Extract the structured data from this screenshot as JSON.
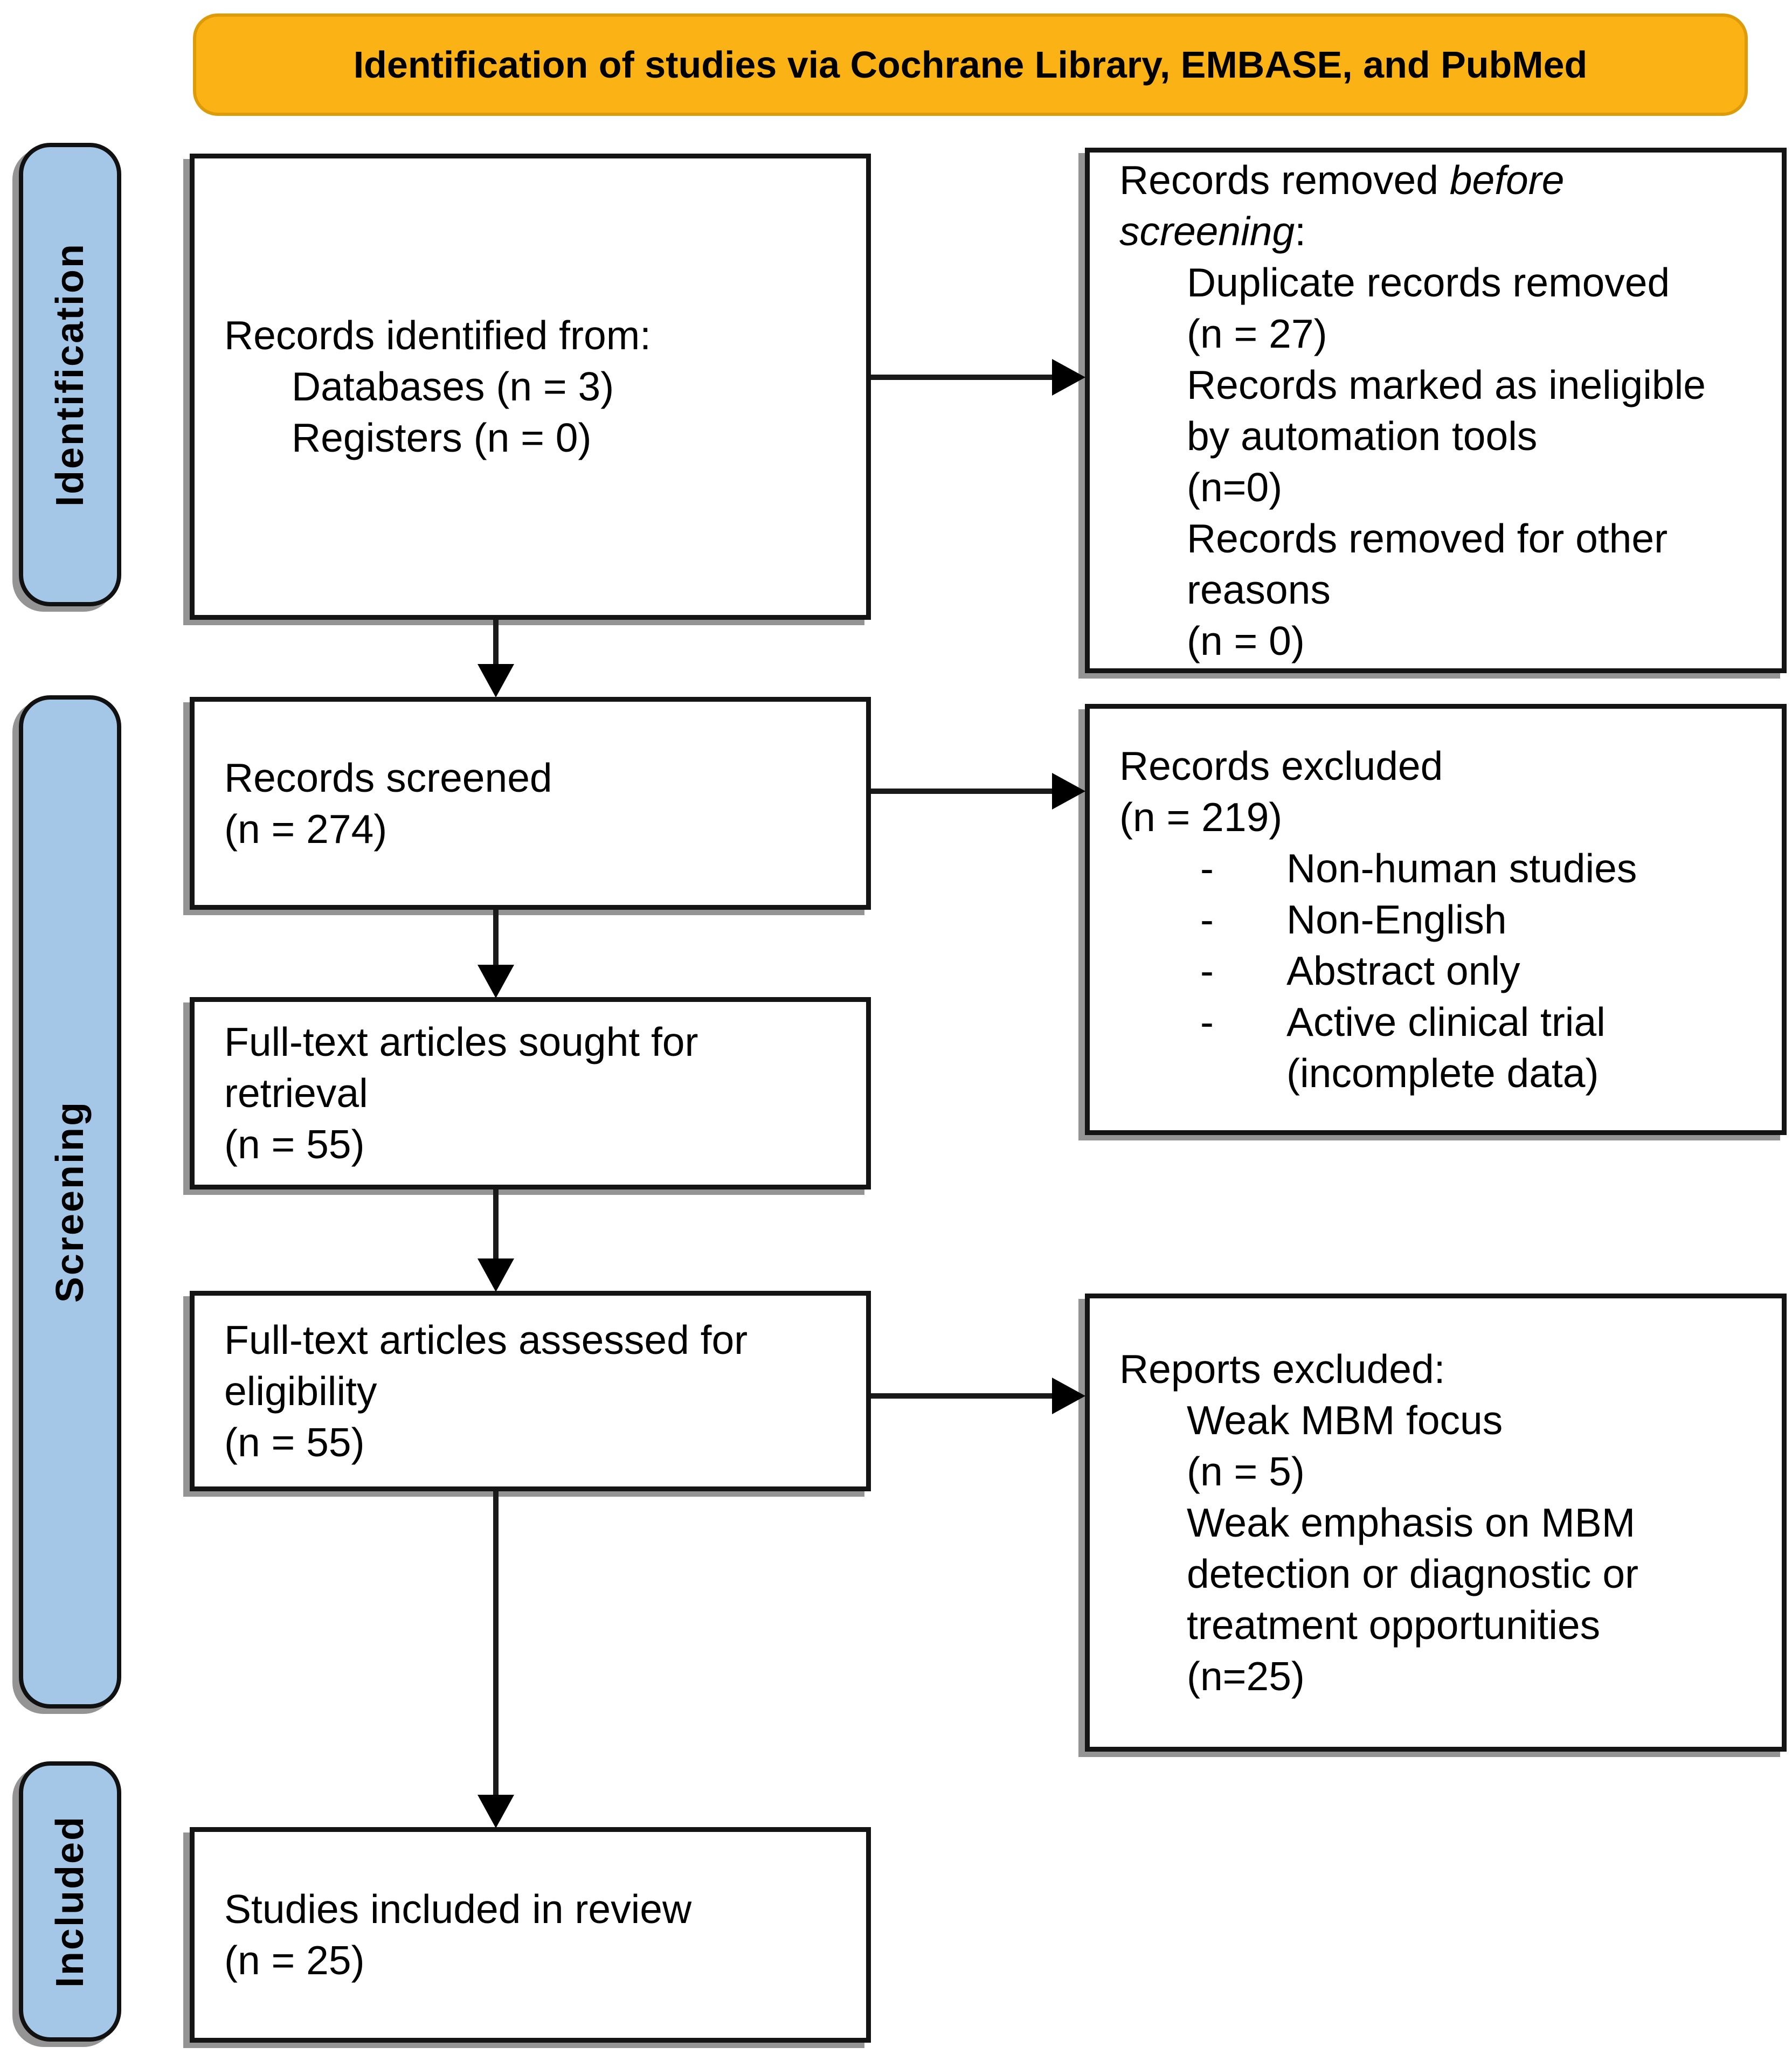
{
  "banner": {
    "title": "Identification of studies via Cochrane Library, EMBASE, and PubMed"
  },
  "colors": {
    "banner_bg": "#FBB215",
    "banner_border": "#DD9C07",
    "label_bg": "#A4C7E7"
  },
  "side_labels": {
    "identification": "Identification",
    "screening": "Screening",
    "included": "Included"
  },
  "boxes": {
    "identified": {
      "l1": "Records identified from:",
      "l2": "Databases (n = 3)",
      "l3": "Registers (n = 0)"
    },
    "removed": {
      "l1_normal": "Records removed ",
      "l1_italic": "before",
      "l2_italic": "screening",
      "l2_normal": ":",
      "i1l1": "Duplicate records removed",
      "i1l2": "(n = 27)",
      "i2l1": "Records marked as ineligible",
      "i2l2": "by automation tools",
      "i2l3": "(n=0)",
      "i3l1": "Records removed for other",
      "i3l2": "reasons",
      "i3l3": "(n = 0)"
    },
    "screened": {
      "l1": "Records screened",
      "l2": "(n = 274)"
    },
    "excluded": {
      "l1": "Records excluded",
      "l2": "(n = 219)",
      "dash": "-",
      "b1": "Non-human studies",
      "b2": "Non-English",
      "b3": "Abstract only",
      "b4": "Active clinical trial",
      "b4_cont": "(incomplete data)"
    },
    "sought": {
      "l1": "Full-text articles sought for",
      "l2": "retrieval",
      "l3": "(n = 55)"
    },
    "assessed": {
      "l1": "Full-text articles assessed for",
      "l2": "eligibility",
      "l3": "(n = 55)"
    },
    "reports_excluded": {
      "l1": "Reports excluded:",
      "i1l1": "Weak MBM focus",
      "i1l2": "(n = 5)",
      "i2l1": "Weak emphasis on MBM",
      "i2l2": "detection or diagnostic or",
      "i2l3": "treatment opportunities",
      "i2l4": "(n=25)"
    },
    "included_box": {
      "l1": "Studies included in review",
      "l2": "(n = 25)"
    }
  }
}
